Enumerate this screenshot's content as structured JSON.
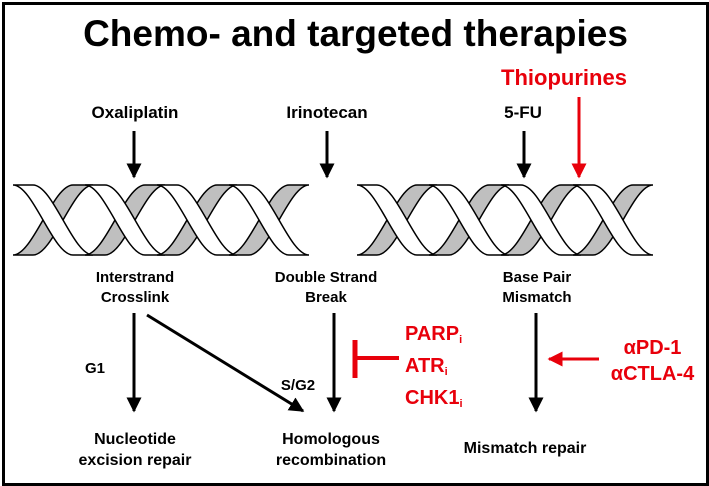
{
  "title": "Chemo- and targeted therapies",
  "drugs": {
    "oxaliplatin": "Oxaliplatin",
    "irinotecan": "Irinotecan",
    "fu": "5-FU",
    "thiopurines": "Thiopurines"
  },
  "lesions": {
    "interstrand": [
      "Interstrand",
      "Crosslink"
    ],
    "dsb": [
      "Double Strand",
      "Break"
    ],
    "mismatch": [
      "Base Pair",
      "Mismatch"
    ]
  },
  "phases": {
    "g1": "G1",
    "sg2": "S/G2"
  },
  "inhibitors": [
    {
      "name": "PARP",
      "sub": "i"
    },
    {
      "name": "ATR",
      "sub": "i"
    },
    {
      "name": "CHK1",
      "sub": "i"
    }
  ],
  "checkpoint": [
    "αPD-1",
    "αCTLA-4"
  ],
  "repairs": {
    "ner": [
      "Nucleotide",
      "excision repair"
    ],
    "hr": [
      "Homologous",
      "recombination"
    ],
    "mmr": [
      "Mismatch repair"
    ]
  },
  "colors": {
    "accent": "#e8000b",
    "helix_fill": "#bfbfbf"
  }
}
